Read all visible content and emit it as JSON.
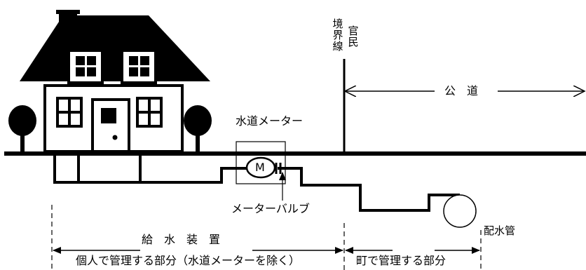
{
  "labels": {
    "boundary_kanmin_top": "官",
    "boundary_kanmin_bottom": "民",
    "boundary_line_1": "境",
    "boundary_line_2": "界",
    "boundary_line_3": "線",
    "public_road": "公　道",
    "water_meter": "水道メーター",
    "meter_symbol": "M",
    "meter_valve": "メーターバルブ",
    "distribution_pipe": "配水管",
    "water_supply_equipment": "給　水　装　置",
    "private_part": "個人で管理する部分（水道メーターを除く）",
    "town_part": "町で管理する部分"
  }
}
